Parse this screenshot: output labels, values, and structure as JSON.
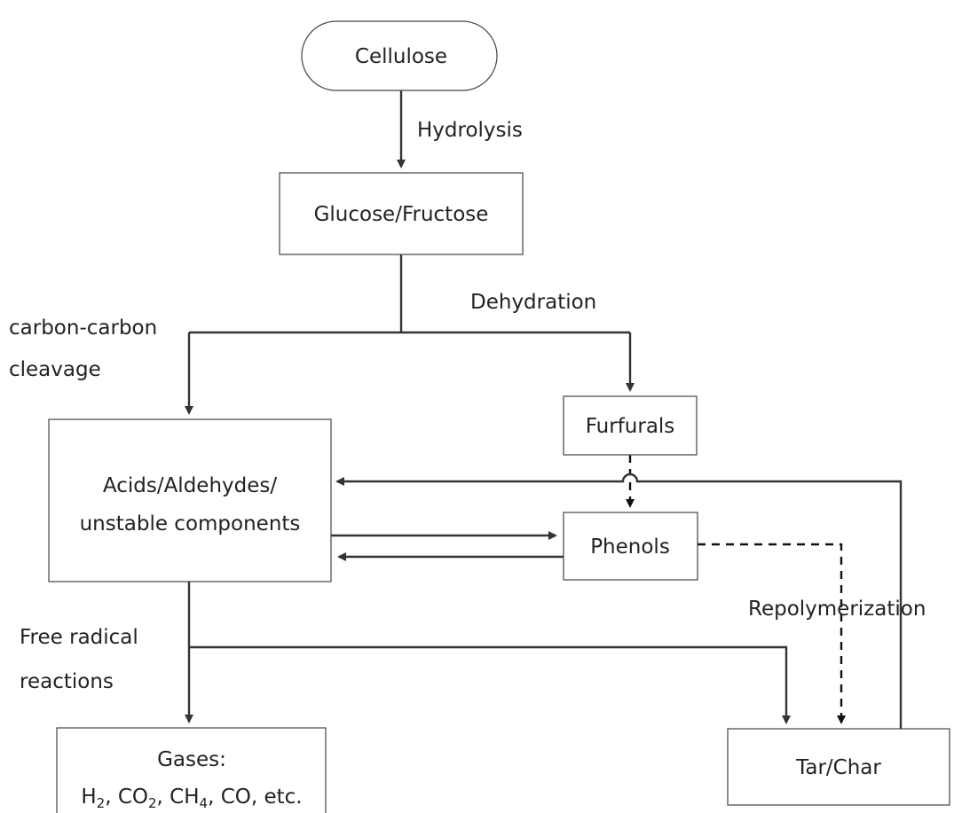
{
  "nodes": {
    "cellulose": "Cellulose",
    "glucose": "Glucose/Fructose",
    "furfurals": "Furfurals",
    "acids_line1": "Acids/Aldehydes/",
    "acids_line2": "unstable components",
    "phenols": "Phenols",
    "gases_line1": "Gases:",
    "gases_line2": {
      "h": "H",
      "h_sub": "2",
      "co2": ", CO",
      "co2_sub": "2",
      "ch4": ", CH",
      "ch4_sub": "4",
      "rest": ", CO, etc."
    },
    "tarchar": "Tar/Char"
  },
  "edges": {
    "hydrolysis": "Hydrolysis",
    "dehydration": "Dehydration",
    "cc_line1": "carbon-carbon",
    "cc_line2": "cleavage",
    "fr_line1": "Free radical",
    "fr_line2": "reactions",
    "repolymerization": "Repolymerization"
  }
}
